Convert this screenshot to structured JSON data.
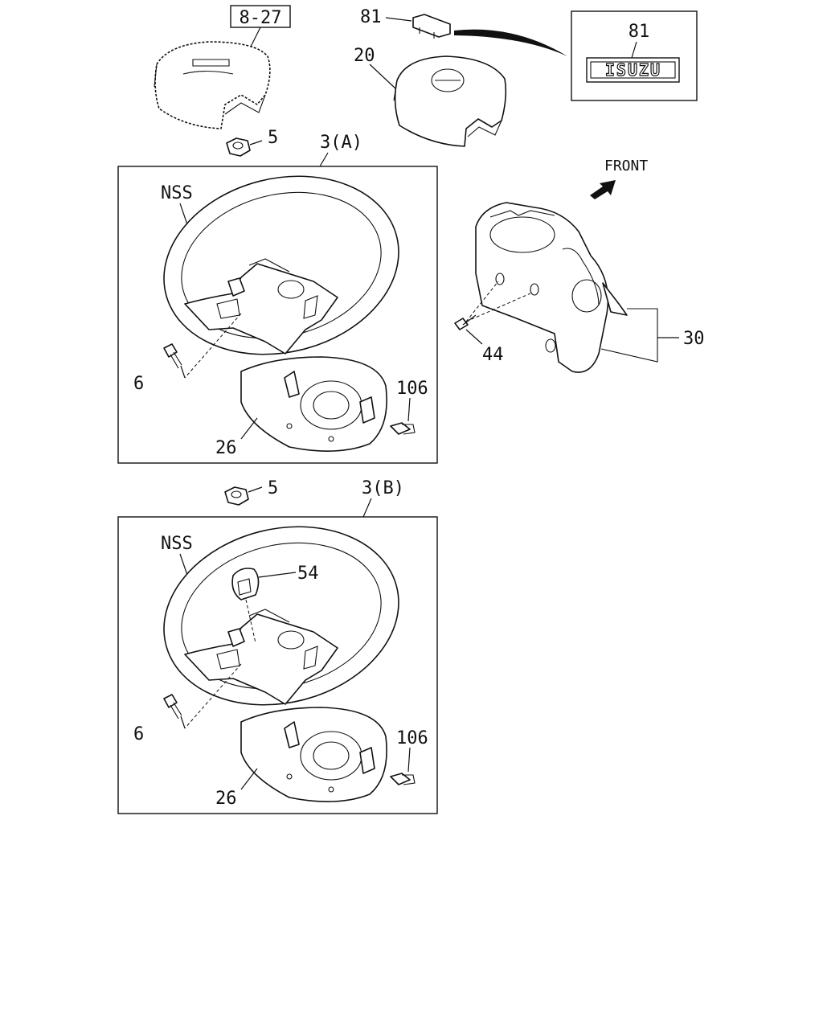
{
  "labels": {
    "ref_8_27": "8-27",
    "callout_81": "81",
    "logo_box_81": "81",
    "callout_20": "20",
    "callout_5_top": "5",
    "callout_3a": "3(A)",
    "nss_a": "NSS",
    "callout_6_a": "6",
    "callout_106_a": "106",
    "callout_26_a": "26",
    "front": "FRONT",
    "callout_44": "44",
    "callout_30": "30",
    "callout_5_mid": "5",
    "callout_3b": "3(B)",
    "nss_b": "NSS",
    "callout_54": "54",
    "callout_6_b": "6",
    "callout_106_b": "106",
    "callout_26_b": "26"
  },
  "logo": {
    "text": "ISUZU"
  },
  "colors": {
    "line": "#111111",
    "background": "#ffffff"
  }
}
